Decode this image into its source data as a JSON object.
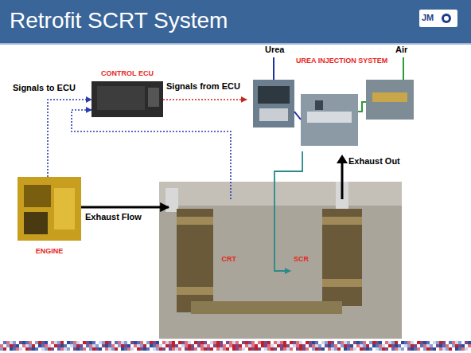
{
  "diagram": {
    "title": "Retrofit SCRT System",
    "nodes": [
      {
        "text": [
          "CONTROL ECU"
        ]
      },
      {
        "text": [
          "ENGINE"
        ]
      },
      {
        "text": [
          "UREA INJECTION SYSTEM"
        ]
      },
      {
        "text": [
          "CRT"
        ]
      },
      {
        "text": [
          "SCR"
        ]
      }
    ],
    "edges": [
      {
        "from": 1,
        "to": 3,
        "label": "Exhaust Flow",
        "arrow": "to"
      },
      {
        "from": 1,
        "to": 0,
        "label": "Signals to ECU",
        "arrow": "to"
      },
      {
        "from": 0,
        "to": 2,
        "label": "Signals from ECU",
        "arrow": "to"
      },
      {
        "from": 3,
        "to": 0,
        "arrow": "to"
      },
      {
        "from": 3,
        "to": 4,
        "arrow": "none"
      },
      {
        "from": 2,
        "to": 4,
        "arrow": "to"
      }
    ],
    "labels": [
      "JM",
      "Urea",
      "Air",
      "Exhaust Out"
    ]
  }
}
